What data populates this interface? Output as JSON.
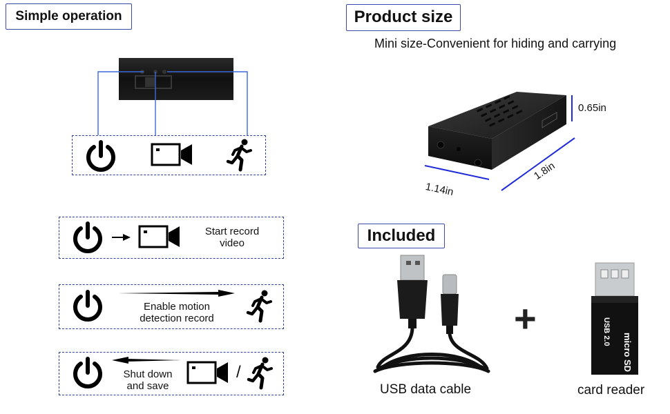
{
  "left": {
    "heading": "Simple operation",
    "icons": [
      "power-icon",
      "video-camera-icon",
      "running-person-icon"
    ],
    "steps": [
      {
        "text": "Start record video",
        "line1": "Start record",
        "line2": "video"
      },
      {
        "text": "Enable motion detection record",
        "line1": "Enable motion",
        "line2": "detection record"
      },
      {
        "text": "Shut down and save",
        "line1": "Shut down",
        "line2": "and save",
        "separator": "/"
      }
    ]
  },
  "right": {
    "size_heading": "Product size",
    "size_subtitle": "Mini size-Convenient for hiding and carrying",
    "dimensions": {
      "height": "0.65in",
      "width": "1.14in",
      "length": "1.8in"
    },
    "included_heading": "Included",
    "items": [
      {
        "name": "USB data cable",
        "icon": "usb-cable-icon"
      },
      {
        "name": "card reader",
        "icon": "card-reader-icon",
        "labels": [
          "USB 2.0",
          "micro SD"
        ]
      }
    ],
    "plus": "+"
  },
  "colors": {
    "accent": "#3b4aa8",
    "dimension_line": "#1f2bd8",
    "device": "#1a1a1a"
  }
}
